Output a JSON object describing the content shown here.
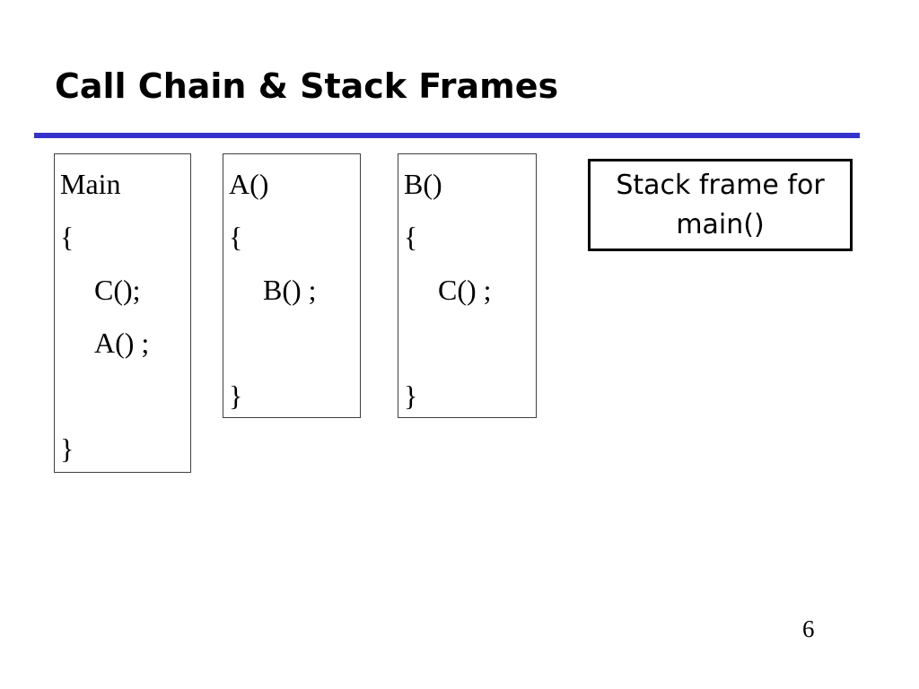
{
  "slide": {
    "title": "Call Chain & Stack Frames",
    "page_number": "6"
  },
  "colors": {
    "accent_rule": "#3333cc",
    "code_box_border": "#3f3f3f",
    "callout_border": "#000000",
    "text": "#000000",
    "background": "#ffffff"
  },
  "code_boxes": [
    {
      "name": "main",
      "lines": [
        "Main",
        "{",
        "C();",
        "A() ;",
        "",
        "}"
      ]
    },
    {
      "name": "A",
      "lines": [
        "A()",
        "{",
        "B() ;",
        "",
        "}"
      ]
    },
    {
      "name": "B",
      "lines": [
        "B()",
        "{",
        "C() ;",
        "",
        "}"
      ]
    }
  ],
  "callout": {
    "line1": "Stack frame for",
    "line2": "main()"
  }
}
